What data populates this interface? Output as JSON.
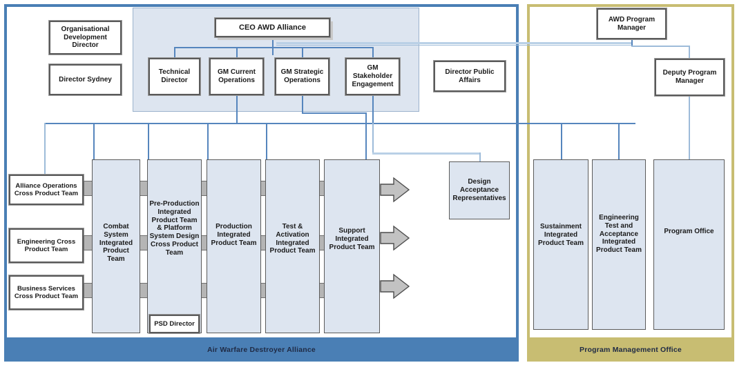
{
  "panels": {
    "awd": {
      "footer_label": "Air Warfare Destroyer Alliance",
      "color": "#4a7fb5"
    },
    "pmo": {
      "footer_label": "Program Management Office",
      "color": "#c8bd72"
    }
  },
  "executive": {
    "ceo": "CEO AWD Alliance",
    "direct_reports": [
      "Technical Director",
      "GM Current Operations",
      "GM Strategic Operations",
      "GM Stakeholder Engagement"
    ]
  },
  "standalone_left": [
    "Organisational Development Director",
    "Director Sydney"
  ],
  "standalone_right": [
    "Director Public Affairs"
  ],
  "cross_product_teams": [
    "Alliance Operations Cross Product Team",
    "Engineering Cross Product Team",
    "Business Services Cross Product Team"
  ],
  "ipt_columns": [
    "Combat System Integrated Product Team",
    "Pre-Production Integrated Product Team & Platform System Design Cross Product Team",
    "Production Integrated Product Team",
    "Test & Activation Integrated Product Team",
    "Support Integrated Product Team"
  ],
  "psd_director": "PSD Director",
  "design_acceptance": "Design Acceptance Representatives",
  "pmo": {
    "program_manager": "AWD Program Manager",
    "deputy_program_manager": "Deputy Program Manager",
    "columns": [
      "Sustainment Integrated Product Team",
      "Engineering Test and Acceptance Integrated Product Team",
      "Program Office"
    ]
  },
  "colors": {
    "awd_accent": "#4a7fb5",
    "pmo_accent": "#c8bd72",
    "box_fill": "#dde5f0",
    "connector": "#5585bd",
    "tab_gray": "#b5b5b5"
  }
}
